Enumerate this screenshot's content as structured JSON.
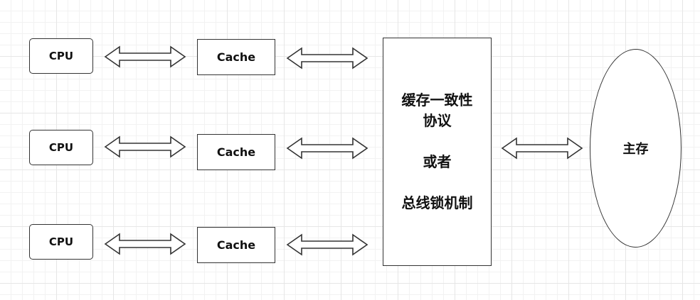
{
  "cpus": [
    {
      "label": "CPU"
    },
    {
      "label": "CPU"
    },
    {
      "label": "CPU"
    }
  ],
  "caches": [
    {
      "label": "Cache"
    },
    {
      "label": "Cache"
    },
    {
      "label": "Cache"
    }
  ],
  "protocol": {
    "line1": "缓存一致性",
    "line2": "协议",
    "line3": "或者",
    "line4": "总线锁机制"
  },
  "memory": {
    "label": "主存"
  },
  "colors": {
    "stroke": "#333333",
    "grid": "#e6e6e6",
    "background": "#ffffff"
  }
}
